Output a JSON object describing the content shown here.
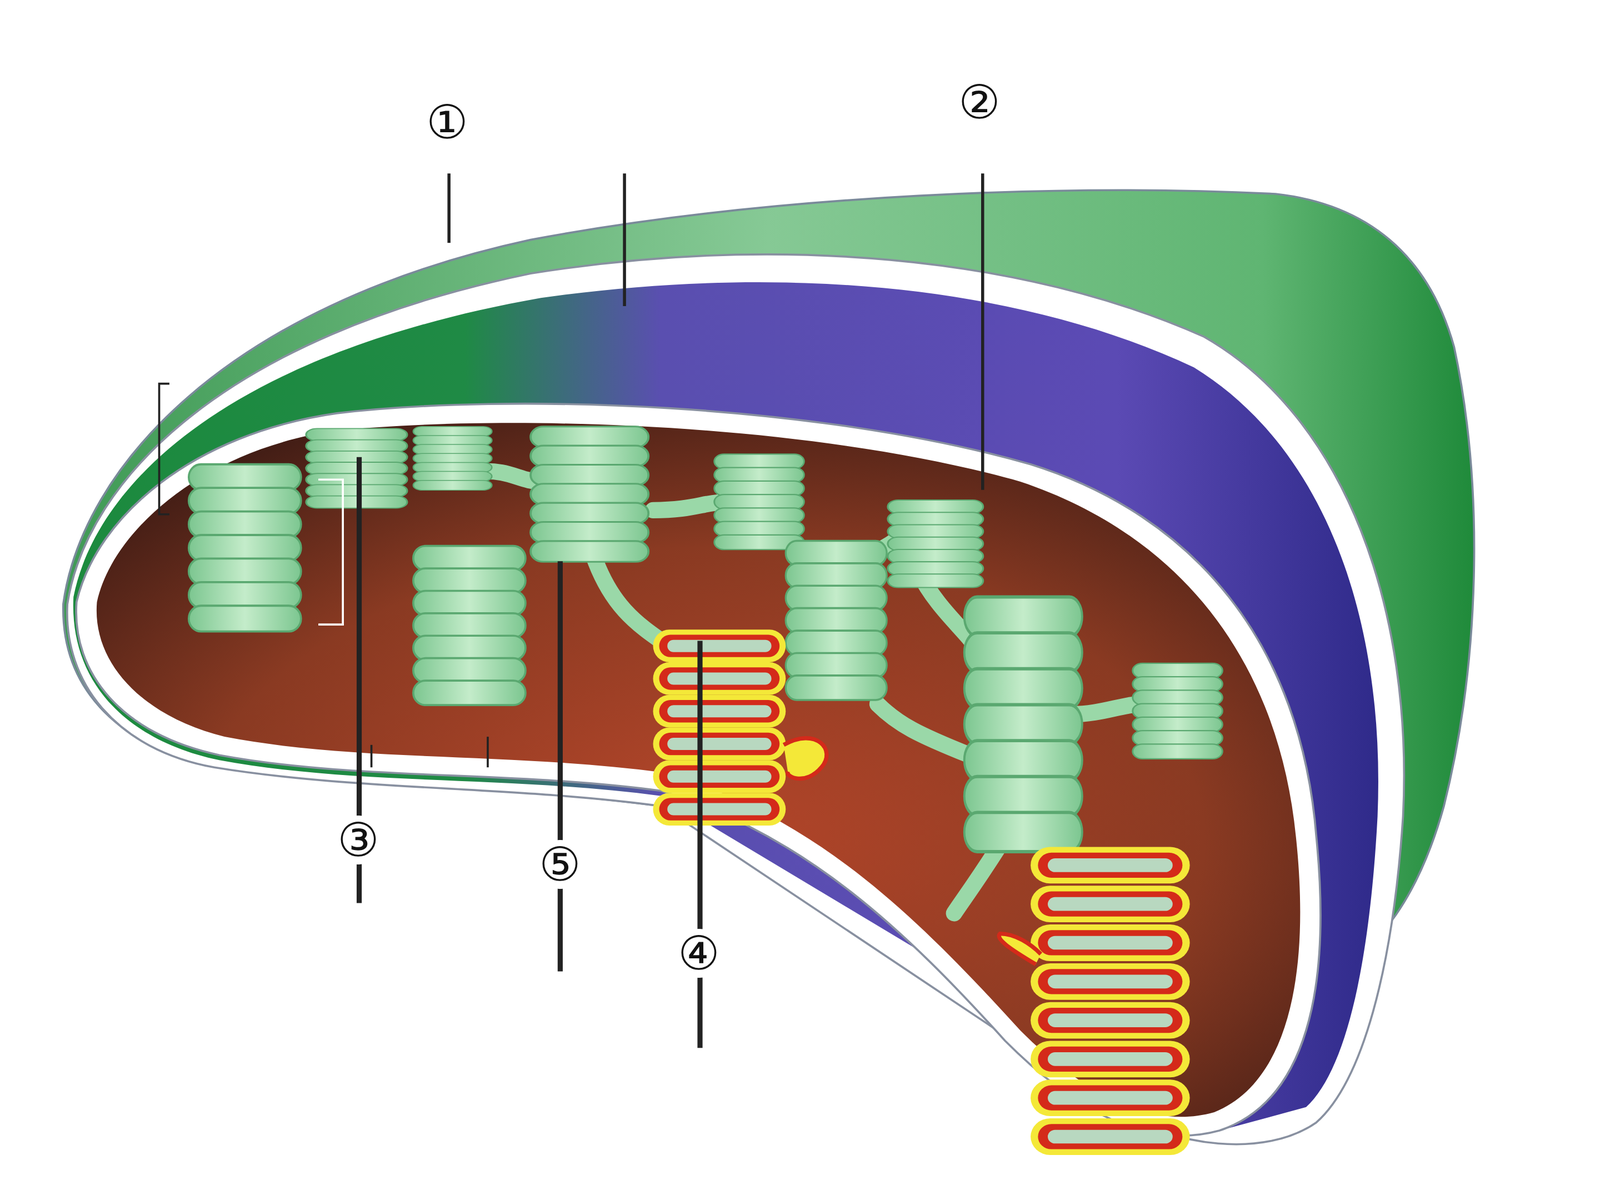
{
  "diagram": {
    "labels": [
      "①",
      "②",
      "③",
      "⑤",
      "④"
    ]
  }
}
